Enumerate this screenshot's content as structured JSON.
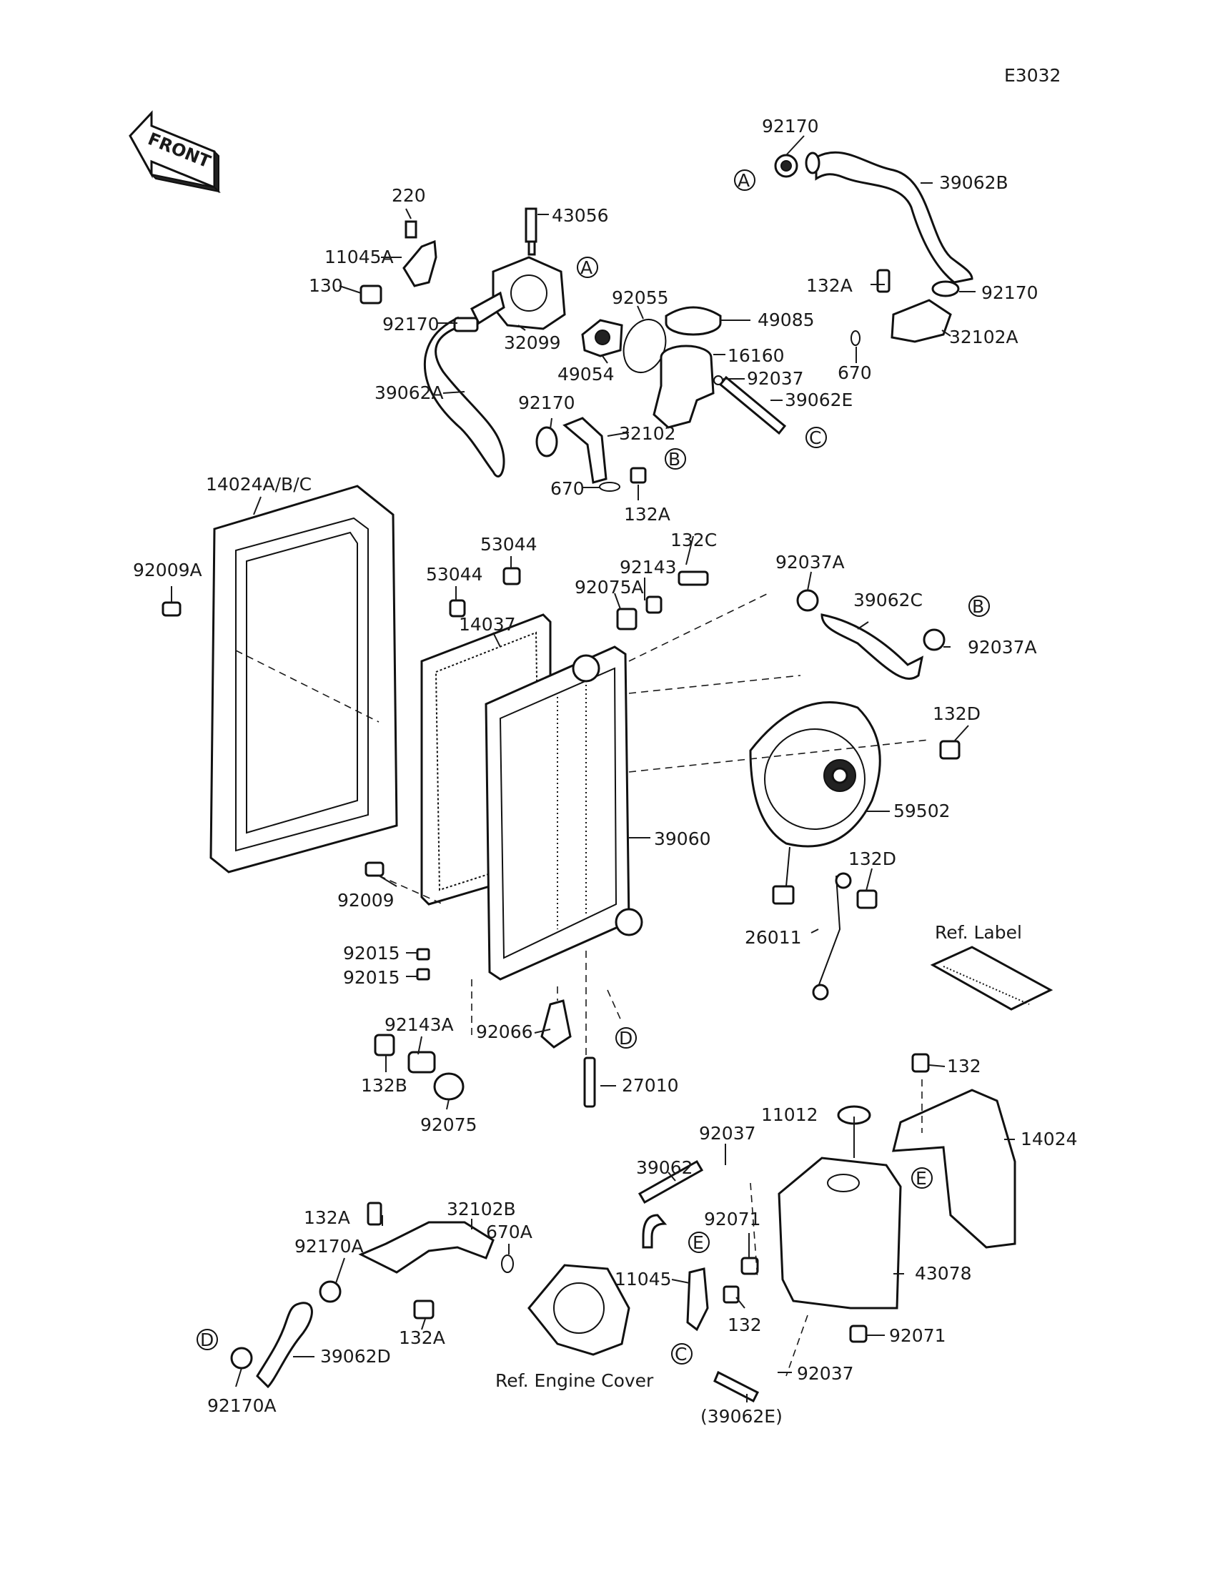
{
  "diagram_code": "E3032",
  "front_label": "FRONT",
  "ref_labels": {
    "label": "Ref. Label",
    "engine_cover": "Ref. Engine Cover"
  },
  "callout_letters": [
    "A",
    "B",
    "C",
    "D",
    "E"
  ],
  "parts": {
    "p92170_top": "92170",
    "p39062B": "39062B",
    "p220": "220",
    "p43056": "43056",
    "p11045A": "11045A",
    "p130": "130",
    "p92170_a": "92170",
    "p32099": "32099",
    "p92055": "92055",
    "p49085": "49085",
    "p132A_top": "132A",
    "p92170_r": "92170",
    "p32102A": "32102A",
    "p670_r": "670",
    "p16160": "16160",
    "p49054": "49054",
    "p92037_top": "92037",
    "p39062A": "39062A",
    "p92170_mid": "92170",
    "p39062E": "39062E",
    "p32102": "32102",
    "p670": "670",
    "p132A_mid": "132A",
    "p14024ABC": "14024A/B/C",
    "p53044_a": "53044",
    "p53044_b": "53044",
    "p132C": "132C",
    "p92143": "92143",
    "p92037A_a": "92037A",
    "p92009A": "92009A",
    "p92075A": "92075A",
    "p39062C": "39062C",
    "p14037": "14037",
    "p92037A_b": "92037A",
    "p132D_a": "132D",
    "p59502": "59502",
    "p39060": "39060",
    "p132D_b": "132D",
    "p92009": "92009",
    "p26011": "26011",
    "p92015_a": "92015",
    "p92015_b": "92015",
    "p92143A": "92143A",
    "p92066": "92066",
    "p132B": "132B",
    "p27010": "27010",
    "p92075": "92075",
    "p132": "132",
    "p11012": "11012",
    "p14024": "14024",
    "p92037_mid": "92037",
    "p39062": "39062",
    "p92071_a": "92071",
    "p132A_low": "132A",
    "p32102B": "32102B",
    "p670A": "670A",
    "p92170A_a": "92170A",
    "p11045": "11045",
    "p43078": "43078",
    "p132_low": "132",
    "p132A_low2": "132A",
    "p39062D": "39062D",
    "p92071_b": "92071",
    "p92037_low": "92037",
    "p92170A_b": "92170A",
    "p39062E_ref": "(39062E)"
  }
}
